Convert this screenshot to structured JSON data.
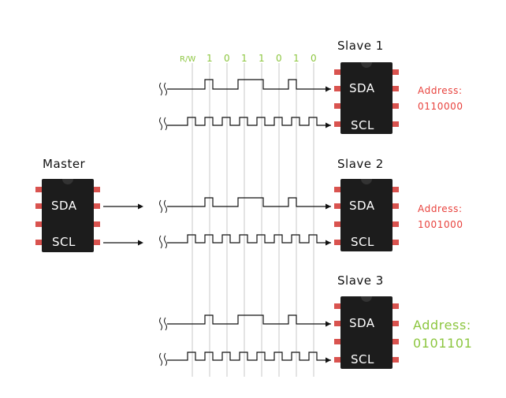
{
  "bit_header": {
    "rw_label": "R/W",
    "bits": [
      "1",
      "0",
      "1",
      "1",
      "0",
      "1",
      "0"
    ]
  },
  "master": {
    "title": "Master",
    "sda_label": "SDA",
    "scl_label": "SCL"
  },
  "slaves": [
    {
      "title": "Slave 1",
      "sda_label": "SDA",
      "scl_label": "SCL",
      "address_label": "Address:",
      "address_value": "0110000",
      "address_color": "#e8413c"
    },
    {
      "title": "Slave 2",
      "sda_label": "SDA",
      "scl_label": "SCL",
      "address_label": "Address:",
      "address_value": "1001000",
      "address_color": "#e8413c"
    },
    {
      "title": "Slave 3",
      "sda_label": "SDA",
      "scl_label": "SCL",
      "address_label": "Address:",
      "address_value": "0101101",
      "address_color": "#8cc63f"
    }
  ],
  "colors": {
    "chip_body": "#1c1c1c",
    "pin": "#d9534f",
    "wire": "#111111",
    "guide": "#c8c8c8",
    "match": "#8cc63f",
    "mismatch": "#e8413c"
  }
}
